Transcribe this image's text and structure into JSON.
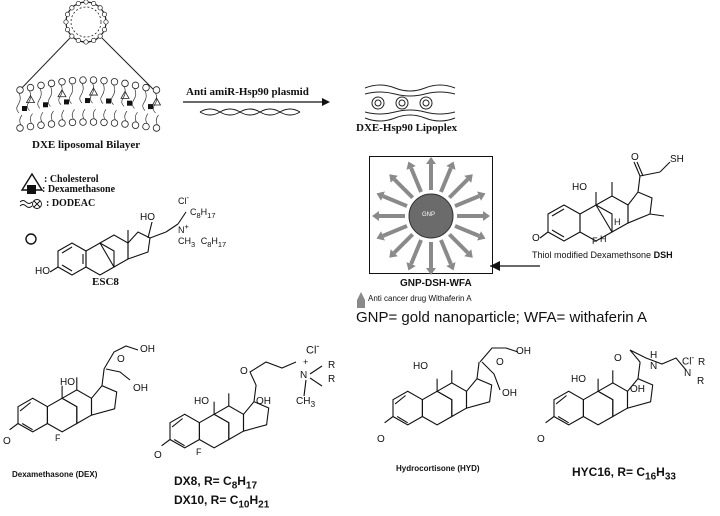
{
  "liposome": {
    "bilayer_label": "DXE liposomal Bilayer",
    "legend": [
      {
        "symbol": "triangle-icon",
        "text": ": Cholesterol"
      },
      {
        "symbol": "square-icon",
        "text": ": Dexamethasone"
      },
      {
        "symbol": "dodeac-icon",
        "text": ": DODEAC"
      }
    ],
    "esc8_label": "ESC8",
    "esc8_substituents": {
      "cl": "Cl",
      "minus": "-",
      "oh": "HO",
      "r1": "C",
      "r1_sub": "8",
      "r1_h": "H",
      "r1_hsub": "17",
      "n": "N",
      "plus": "+",
      "ch3": "CH",
      "ch3_sub": "3",
      "ho": "HO"
    }
  },
  "arrow_label": "Anti amiR-Hsp90 plasmid",
  "lipoplex_label": "DXE-Hsp90 Lipoplex",
  "gnp": {
    "center_label": "GNP",
    "title": "GNP-DSH-WFA",
    "wfa_note": "Anti cancer drug Withaferin A"
  },
  "dsh": {
    "caption": "Thiol modified Dexamethsone",
    "caption_bold": "DSH",
    "atoms": {
      "o": "O",
      "sh": "SH",
      "ho": "HO",
      "h": "H",
      "f": "F",
      "o2": "O"
    }
  },
  "definitions": "GNP= gold nanoparticle; WFA= withaferin A",
  "compounds": [
    {
      "name": "Dexamethasone (DEX)"
    },
    {
      "name_line1": "DX8, R= C",
      "sub1": "8",
      "h1": "H",
      "hsub1": "17",
      "name_line2": "DX10, R= C",
      "sub2": "10",
      "h2": "H",
      "hsub2": "21"
    },
    {
      "name": "Hydrocortisone (HYD)"
    },
    {
      "name": "HYC16, R= C",
      "sub": "16",
      "h": "H",
      "hsub": "33"
    }
  ],
  "atoms": {
    "oh": "OH",
    "ho": "HO",
    "o": "O",
    "h": "H",
    "f": "F",
    "n": "N",
    "r": "R",
    "cl": "Cl",
    "minus": "-",
    "plus": "+",
    "ch3": "CH",
    "three": "3"
  }
}
